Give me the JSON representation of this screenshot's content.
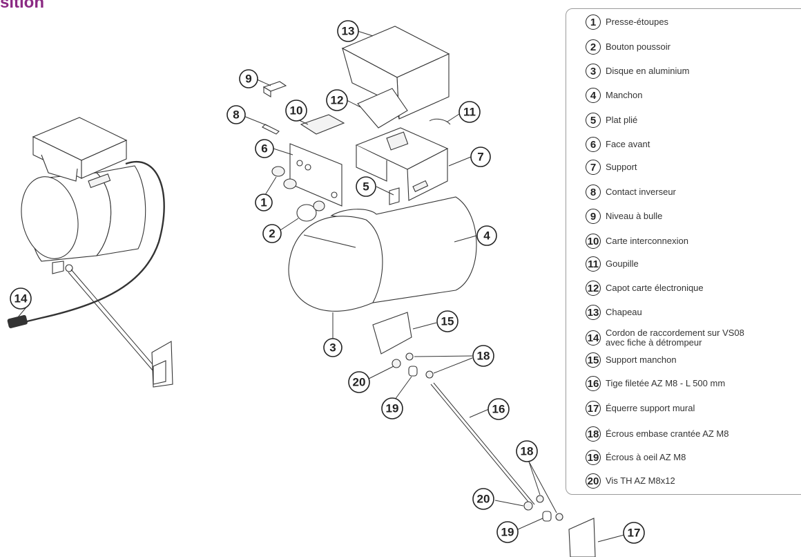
{
  "heading": "sition",
  "legend": [
    {
      "n": "1",
      "text": "Presse-étoupes"
    },
    {
      "n": "2",
      "text": "Bouton poussoir"
    },
    {
      "n": "3",
      "text": "Disque en aluminium"
    },
    {
      "n": "4",
      "text": "Manchon"
    },
    {
      "n": "5",
      "text": "Plat plié"
    },
    {
      "n": "6",
      "text": "Face avant"
    },
    {
      "n": "7",
      "text": "Support"
    },
    {
      "n": "8",
      "text": "Contact inverseur"
    },
    {
      "n": "9",
      "text": "Niveau à bulle"
    },
    {
      "n": "10",
      "text": "Carte interconnexion"
    },
    {
      "n": "11",
      "text": "Goupille"
    },
    {
      "n": "12",
      "text": "Capot carte électronique"
    },
    {
      "n": "13",
      "text": "Chapeau"
    },
    {
      "n": "14",
      "text": "Cordon de raccordement sur VS08",
      "text2": "avec fiche à détrompeur"
    },
    {
      "n": "15",
      "text": "Support manchon"
    },
    {
      "n": "16",
      "text": "Tige filetée AZ M8 - L 500 mm"
    },
    {
      "n": "17",
      "text": "Équerre support mural"
    },
    {
      "n": "18",
      "text": "Écrous embase crantée AZ M8"
    },
    {
      "n": "19",
      "text": "Écrous à oeil AZ M8"
    },
    {
      "n": "20",
      "text": "Vis TH AZ M8x12"
    }
  ],
  "callouts": [
    {
      "id": "c13",
      "label": "13"
    },
    {
      "id": "c9",
      "label": "9"
    },
    {
      "id": "c12",
      "label": "12"
    },
    {
      "id": "c8",
      "label": "8"
    },
    {
      "id": "c10",
      "label": "10"
    },
    {
      "id": "c11",
      "label": "11"
    },
    {
      "id": "c6",
      "label": "6"
    },
    {
      "id": "c7",
      "label": "7"
    },
    {
      "id": "c5",
      "label": "5"
    },
    {
      "id": "c1",
      "label": "1"
    },
    {
      "id": "c2",
      "label": "2"
    },
    {
      "id": "c4",
      "label": "4"
    },
    {
      "id": "c14",
      "label": "14"
    },
    {
      "id": "c3",
      "label": "3"
    },
    {
      "id": "c15",
      "label": "15"
    },
    {
      "id": "c18a",
      "label": "18"
    },
    {
      "id": "c20a",
      "label": "20"
    },
    {
      "id": "c19a",
      "label": "19"
    },
    {
      "id": "c16",
      "label": "16"
    },
    {
      "id": "c18b",
      "label": "18"
    },
    {
      "id": "c20b",
      "label": "20"
    },
    {
      "id": "c19b",
      "label": "19"
    },
    {
      "id": "c17",
      "label": "17"
    }
  ]
}
